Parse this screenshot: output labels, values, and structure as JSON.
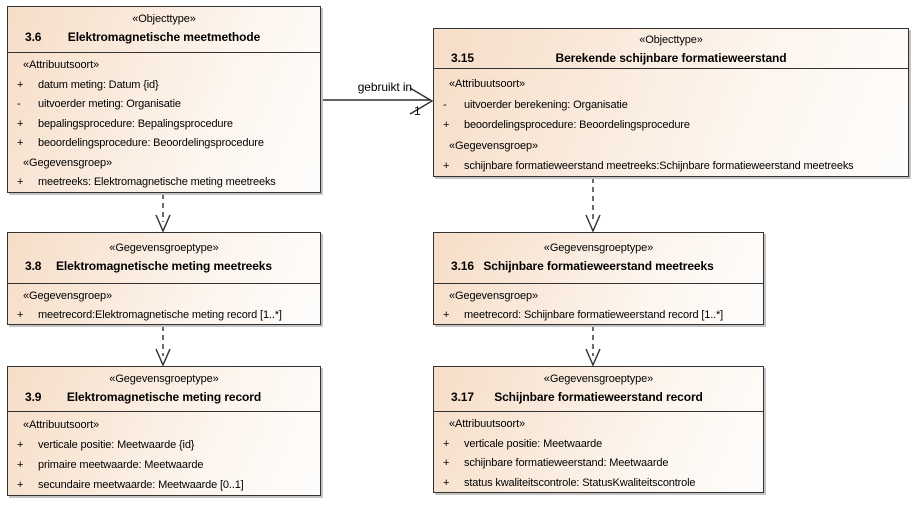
{
  "diagram_title": "Elektromagnetische meetmethode / Berekende schijnbare formatieweerstand model",
  "colors": {
    "box_fill_start": "#f6ddc7",
    "box_fill_end": "#fefdfc",
    "box_border": "#333333",
    "box_shadow": "#c3c3c3",
    "line_color": "#2e2e2e",
    "text_color": "#000000",
    "background": "#ffffff"
  },
  "nodes": [
    {
      "stereotype": "«Objecttype»",
      "number": "3.6",
      "title": "Elektromagnetische meetmethode",
      "sections": [
        {
          "label": "«Attribuutsoort»",
          "rows": [
            {
              "prefix": "+",
              "text": "datum meting: Datum {id}"
            },
            {
              "prefix": "-",
              "text": "uitvoerder meting: Organisatie"
            },
            {
              "prefix": "+",
              "text": "bepalingsprocedure: Bepalingsprocedure"
            },
            {
              "prefix": "+",
              "text": "beoordelingsprocedure: Beoordelingsprocedure"
            }
          ]
        },
        {
          "label": "«Gegevensgroep»",
          "rows": [
            {
              "prefix": "+",
              "text": "meetreeks: Elektromagnetische meting meetreeks"
            }
          ]
        }
      ]
    },
    {
      "stereotype": "«Objecttype»",
      "number": "3.15",
      "title": "Berekende schijnbare formatieweerstand",
      "sections": [
        {
          "label": "«Attribuutsoort»",
          "rows": [
            {
              "prefix": "-",
              "text": "uitvoerder berekening: Organisatie"
            },
            {
              "prefix": "+",
              "text": "beoordelingsprocedure: Beoordelingsprocedure"
            }
          ]
        },
        {
          "label": "«Gegevensgroep»",
          "rows": [
            {
              "prefix": "+",
              "text": "schijnbare formatieweerstand meetreeks:Schijnbare formatieweerstand meetreeks"
            }
          ]
        }
      ]
    },
    {
      "stereotype": "«Gegevensgroeptype»",
      "number": "3.8",
      "title": "Elektromagnetische meting meetreeks",
      "sections": [
        {
          "label": "«Gegevensgroep»",
          "rows": [
            {
              "prefix": "+",
              "text": "meetrecord:Elektromagnetische meting record [1..*]"
            }
          ]
        }
      ]
    },
    {
      "stereotype": "«Gegevensgroeptype»",
      "number": "3.16",
      "title": "Schijnbare formatieweerstand meetreeks",
      "sections": [
        {
          "label": "«Gegevensgroep»",
          "rows": [
            {
              "prefix": "+",
              "text": "meetrecord: Schijnbare formatieweerstand record [1..*]"
            }
          ]
        }
      ]
    },
    {
      "stereotype": "«Gegevensgroeptype»",
      "number": "3.9",
      "title": "Elektromagnetische meting record",
      "sections": [
        {
          "label": "«Attribuutsoort»",
          "rows": [
            {
              "prefix": "+",
              "text": "verticale positie: Meetwaarde {id}"
            },
            {
              "prefix": "+",
              "text": "primaire meetwaarde: Meetwaarde"
            },
            {
              "prefix": "+",
              "text": "secundaire meetwaarde: Meetwaarde [0..1]"
            }
          ]
        }
      ]
    },
    {
      "stereotype": "«Gegevensgroeptype»",
      "number": "3.17",
      "title": "Schijnbare formatieweerstand record",
      "sections": [
        {
          "label": "«Attribuutsoort»",
          "rows": [
            {
              "prefix": "+",
              "text": "verticale positie: Meetwaarde"
            },
            {
              "prefix": "+",
              "text": "schijnbare formatieweerstand: Meetwaarde"
            },
            {
              "prefix": "+",
              "text": "status kwaliteitscontrole: StatusKwaliteitscontrole"
            }
          ]
        }
      ]
    }
  ],
  "connectors": {
    "gebruikt_in": {
      "label": "gebruikt in",
      "source_multiplicity": "1"
    }
  }
}
